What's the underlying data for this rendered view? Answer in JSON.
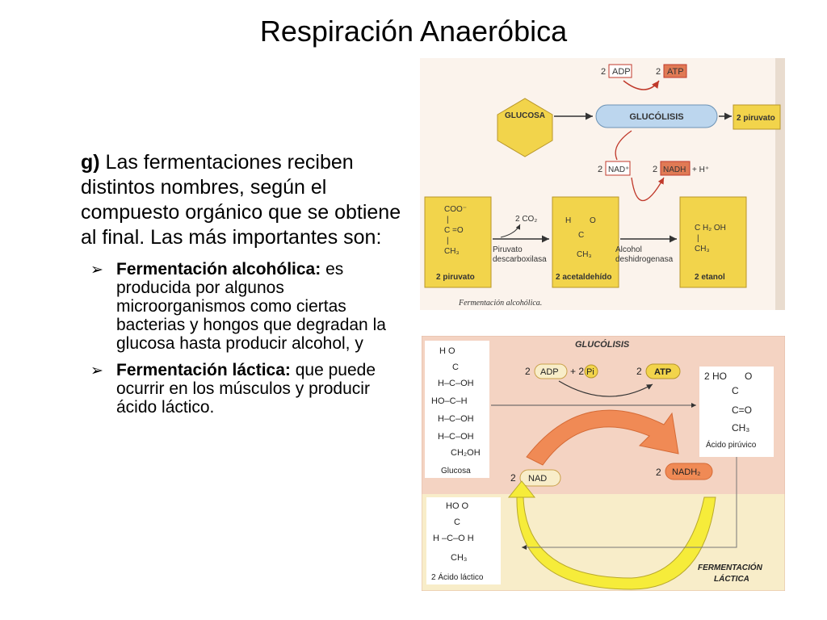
{
  "slide": {
    "title": "Respiración Anaeróbica",
    "intro_label": "g)",
    "intro_text": " Las fermentaciones reciben distintos nombres, según el compuesto orgánico que se obtiene al final. Las más importantes son:",
    "bullets": [
      {
        "term": "Fermentación alcohólica:",
        "text": " es producida por algunos microorganismos como ciertas bacterias y hongos que degradan la glucosa hasta producir alcohol, y"
      },
      {
        "term": "Fermentación láctica:",
        "text": " que puede ocurrir en los músculos y producir ácido láctico."
      }
    ]
  },
  "figure_alcoholic": {
    "adp_count": "2",
    "adp": "ADP",
    "atp_count": "2",
    "atp": "ATP",
    "glucosa": "GLUCOSA",
    "glucolisis": "GLUCÓLISIS",
    "piruvato_out": "2 piruvato",
    "nad_count": "2",
    "nad": "NAD⁺",
    "nadh_count": "2",
    "nadh": "NADH",
    "h_plus": "+ H⁺",
    "box1": {
      "l1": "COO⁻",
      "l2": "|",
      "l3": "C =O",
      "l4": "|",
      "l5": "CH₃",
      "label": "2 piruvato"
    },
    "co2": "2 CO₂",
    "enzyme1_l1": "Piruvato",
    "enzyme1_l2": "descarboxilasa",
    "box2": {
      "l1": "H",
      "l2": "O",
      "l3": "C",
      "l4": "CH₃",
      "label": "2 acetaldehído"
    },
    "enzyme2_l1": "Alcohol",
    "enzyme2_l2": "deshidrogenasa",
    "box3": {
      "l1": "C H₂ OH",
      "l2": "|",
      "l3": "CH₃",
      "label": "2 etanol"
    },
    "caption": "Fermentación alcohólica."
  },
  "figure_lactic": {
    "glucolisis": "GLUCÓLISIS",
    "glucose_lines": [
      "H    O",
      "C",
      "H–C–OH",
      "HO–C–H",
      "H–C–OH",
      "H–C–OH",
      "CH₂OH"
    ],
    "glucose_label": "Glucosa",
    "adp_count": "2",
    "adp": "ADP",
    "plus": "+ 2",
    "pi": "Pi",
    "atp_count": "2",
    "atp": "ATP",
    "pyr_prefix": "2 HO",
    "pyr_o": "O",
    "pyr_c1": "C",
    "pyr_c2": "C=O",
    "pyr_ch3": "CH₃",
    "pyr_label": "Ácido pirúvico",
    "nad_count": "2",
    "nad": "NAD",
    "nadh_count": "2",
    "nadh": "NADH₂",
    "lactic_lines": [
      "HO    O",
      "C",
      "H  –C–O  H",
      "CH₃"
    ],
    "lactic_label": "2  Ácido láctico",
    "ferm_l1": "FERMENTACIÓN",
    "ferm_l2": "LÁCTICA"
  }
}
